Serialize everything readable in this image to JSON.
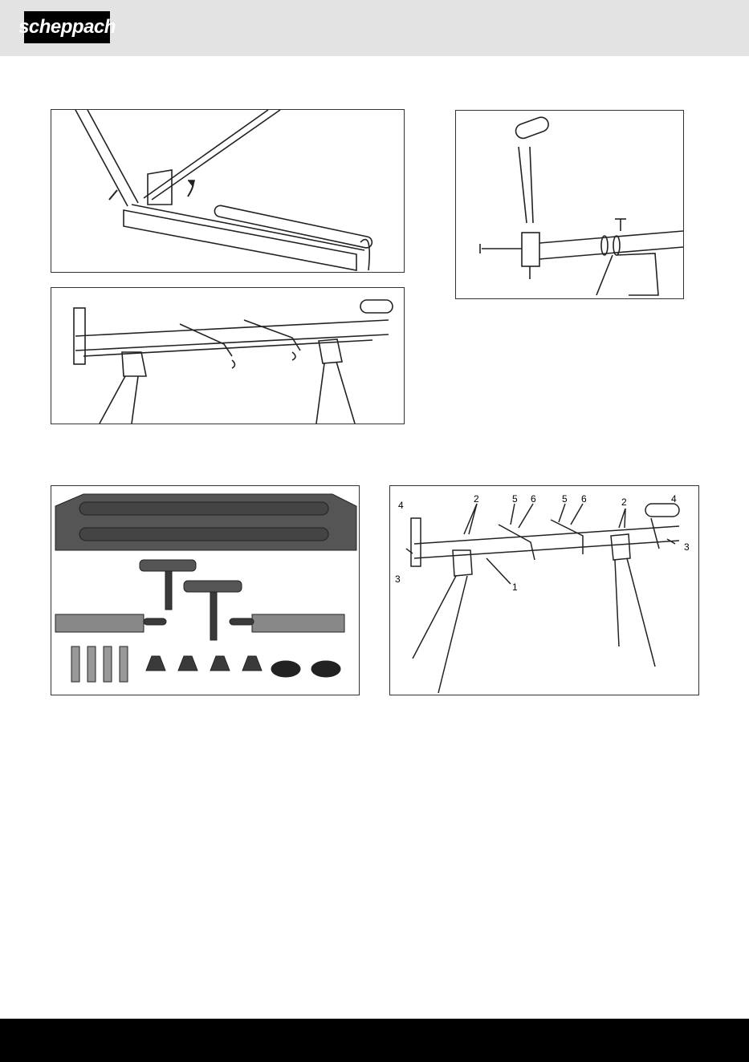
{
  "header": {
    "brand": "scheppach"
  },
  "figure_bottom_right": {
    "callouts": [
      "1",
      "2",
      "2",
      "3",
      "3",
      "4",
      "4",
      "5",
      "5",
      "6",
      "6"
    ]
  }
}
